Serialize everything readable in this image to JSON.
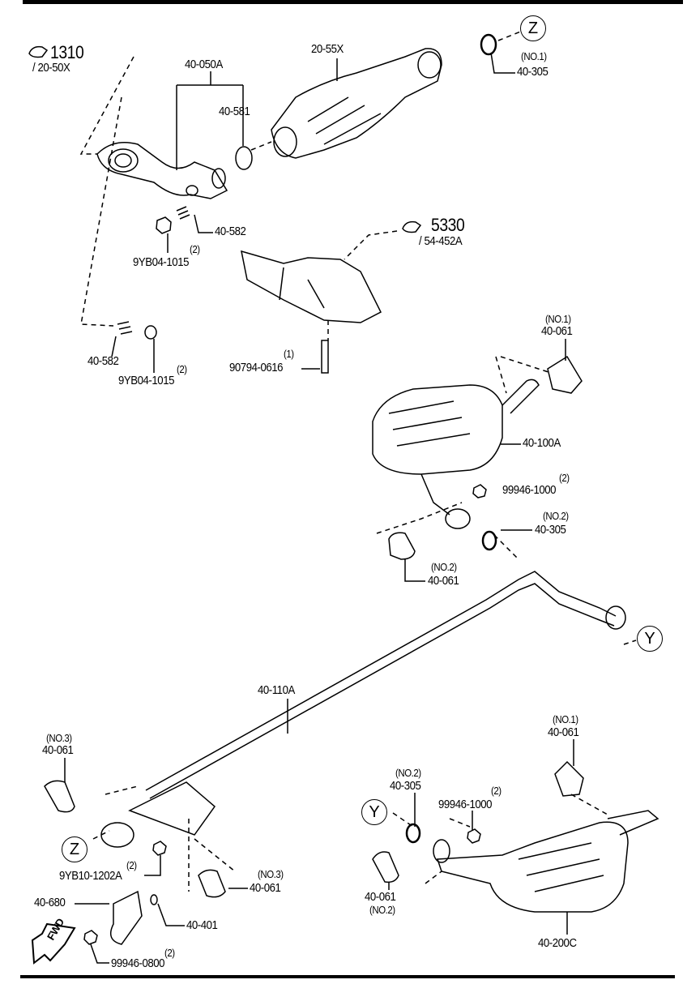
{
  "references": [
    {
      "page": "1310",
      "part": "/ 20-50X"
    },
    {
      "page": "5330",
      "part": "/ 54-452A"
    }
  ],
  "connectors": {
    "z": "Z",
    "y": "Y"
  },
  "fwd": "FWD",
  "labels": {
    "p40_050A": "40-050A",
    "p20_55X": "20-55X",
    "p40_305_no1_note": "(NO.1)",
    "p40_305_no1": "40-305",
    "p40_581": "40-581",
    "p40_582_a": "40-582",
    "nut_a_qty": "(2)",
    "nut_a": "9YB04-1015",
    "p40_582_b": "40-582",
    "nut_b_qty": "(2)",
    "nut_b": "9YB04-1015",
    "bolt_qty": "(1)",
    "bolt": "90794-0616",
    "hanger1_note": "(NO.1)",
    "hanger1": "40-061",
    "p40_100A": "40-100A",
    "nut_c_qty": "(2)",
    "nut_c": "99946-1000",
    "gasket2_note": "(NO.2)",
    "gasket2": "40-305",
    "hanger2_note": "(NO.2)",
    "hanger2": "40-061",
    "p40_110A": "40-110A",
    "hanger3_note": "(NO.3)",
    "hanger3": "40-061",
    "nut_d_qty": "(2)",
    "nut_d": "9YB10-1202A",
    "hanger3b_note": "(NO.3)",
    "hanger3b": "40-061",
    "p40_680": "40-680",
    "p40_401": "40-401",
    "nut_e_qty": "(2)",
    "nut_e": "99946-0800",
    "hanger1b_note": "(NO.1)",
    "hanger1b": "40-061",
    "gasket2b_note": "(NO.2)",
    "gasket2b": "40-305",
    "nut_f_qty": "(2)",
    "nut_f": "99946-1000",
    "hanger2b": "40-061",
    "hanger2b_note": "(NO.2)",
    "p40_200C": "40-200C"
  }
}
